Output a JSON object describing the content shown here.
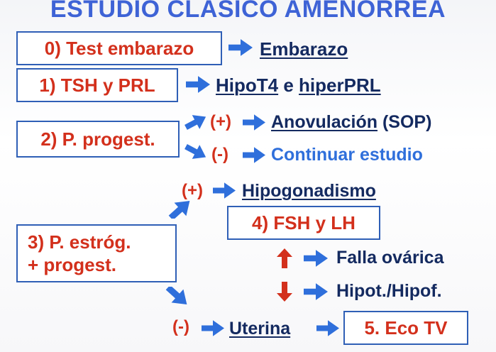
{
  "title": "ESTUDIO CLASICO AMENORREA",
  "steps": {
    "s0": {
      "label": "0) Test embarazo",
      "result": "Embarazo"
    },
    "s1": {
      "label": "1) TSH y PRL",
      "result_a": "HipoT4",
      "connector": "e",
      "result_b": "hiperPRL"
    },
    "s2": {
      "label": "2) P. progest.",
      "pos_sign": "(+)",
      "pos_result": "Anovulación",
      "pos_note": "(SOP)",
      "neg_sign": "(-)",
      "neg_result": "Continuar estudio"
    },
    "s3": {
      "label_line1": "3) P. estróg.",
      "label_line2": "+ progest.",
      "pos_sign": "(+)",
      "pos_result": "Hipogonadismo",
      "neg_sign": "(-)",
      "neg_result": "Uterina"
    },
    "s4": {
      "label": "4) FSH y LH",
      "up_result": "Falla ovárica",
      "down_result": "Hipot./Hipof."
    },
    "s5": {
      "label": "5. Eco TV"
    }
  },
  "colors": {
    "title": "#3e63d6",
    "box_border": "#2f5fb6",
    "box_text": "#d3301c",
    "arrow": "#2f6fdb",
    "result": "#142a60",
    "up_down": "#d3301c",
    "continue": "#2f6fdb"
  }
}
